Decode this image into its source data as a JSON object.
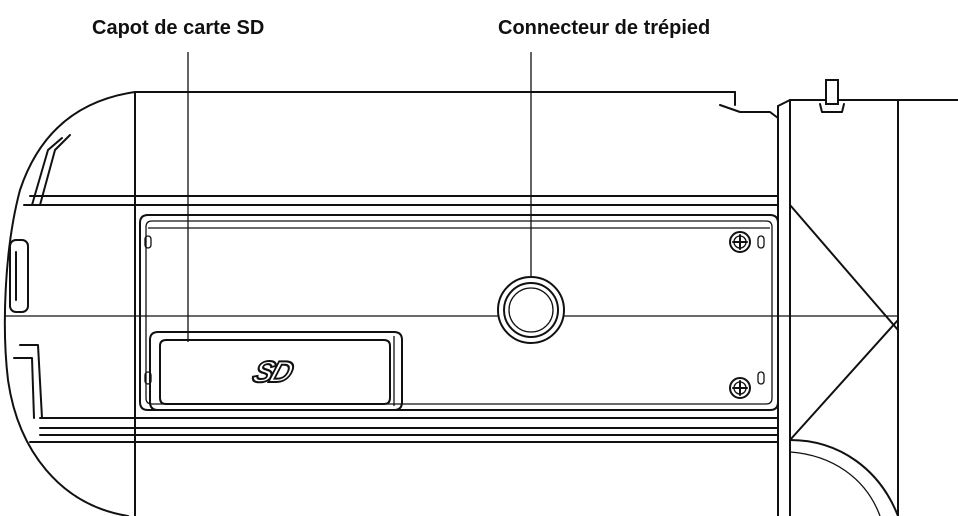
{
  "diagram": {
    "callouts": [
      {
        "id": "sd-card-cover",
        "label": "Capot de carte SD"
      },
      {
        "id": "tripod-connector",
        "label": "Connecteur de trépied"
      }
    ],
    "sd_logo_text": "SD"
  }
}
